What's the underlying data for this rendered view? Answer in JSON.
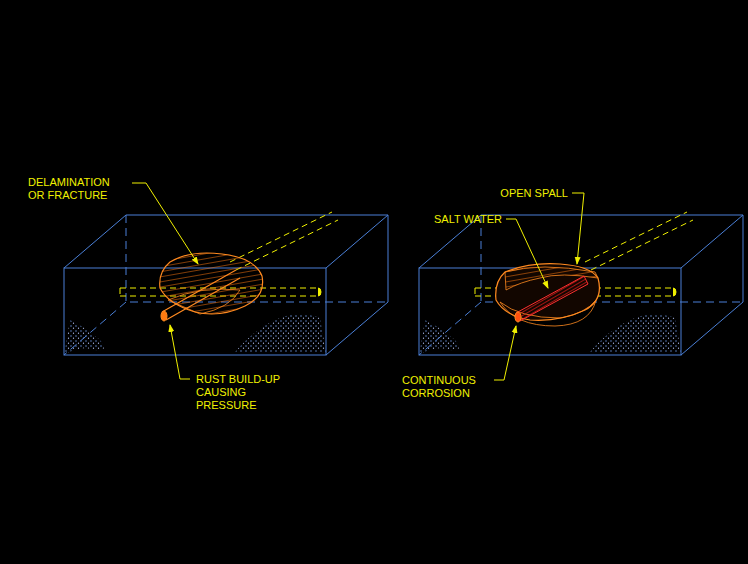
{
  "diagram": {
    "labels": [
      "DELAMINATION OR FRACTURE",
      "RUST BUILD-UP CAUSING PRESSURE",
      "OPEN SPALL",
      "SALT WATER",
      "CONTINUOUS CORROSION"
    ]
  }
}
